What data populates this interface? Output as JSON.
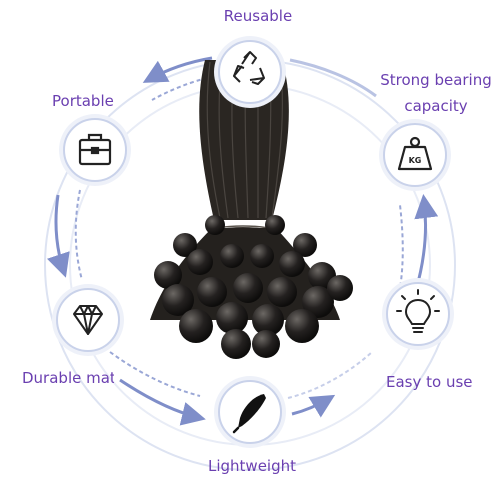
{
  "features": {
    "reusable": {
      "label": "Reusable",
      "icon": "recycle-icon"
    },
    "strong": {
      "label": "Strong bearing capacity",
      "icon": "weight-icon",
      "icon_text": "KG"
    },
    "easy": {
      "label": "Easy to use",
      "icon": "light-bulb-icon"
    },
    "lightweight": {
      "label": "Lightweight",
      "icon": "feather-icon"
    },
    "durable": {
      "label": "Durable material",
      "icon": "diamond-icon"
    },
    "portable": {
      "label": "Portable",
      "icon": "briefcase-icon"
    }
  },
  "colors": {
    "label": "#6a3fb0",
    "ring": "#c9d2ea",
    "arrow": "#7f8ec9",
    "product": "#1e1b18"
  }
}
